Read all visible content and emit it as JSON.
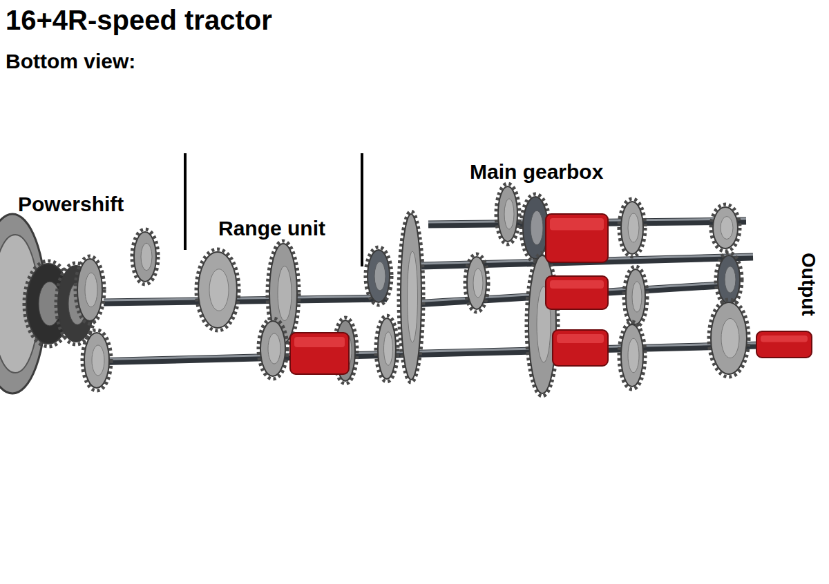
{
  "diagram": {
    "title": "16+4R-speed tractor",
    "labels": [
      "Bottom view:",
      "Powershift",
      "Range unit",
      "Main gearbox",
      "Output"
    ]
  }
}
